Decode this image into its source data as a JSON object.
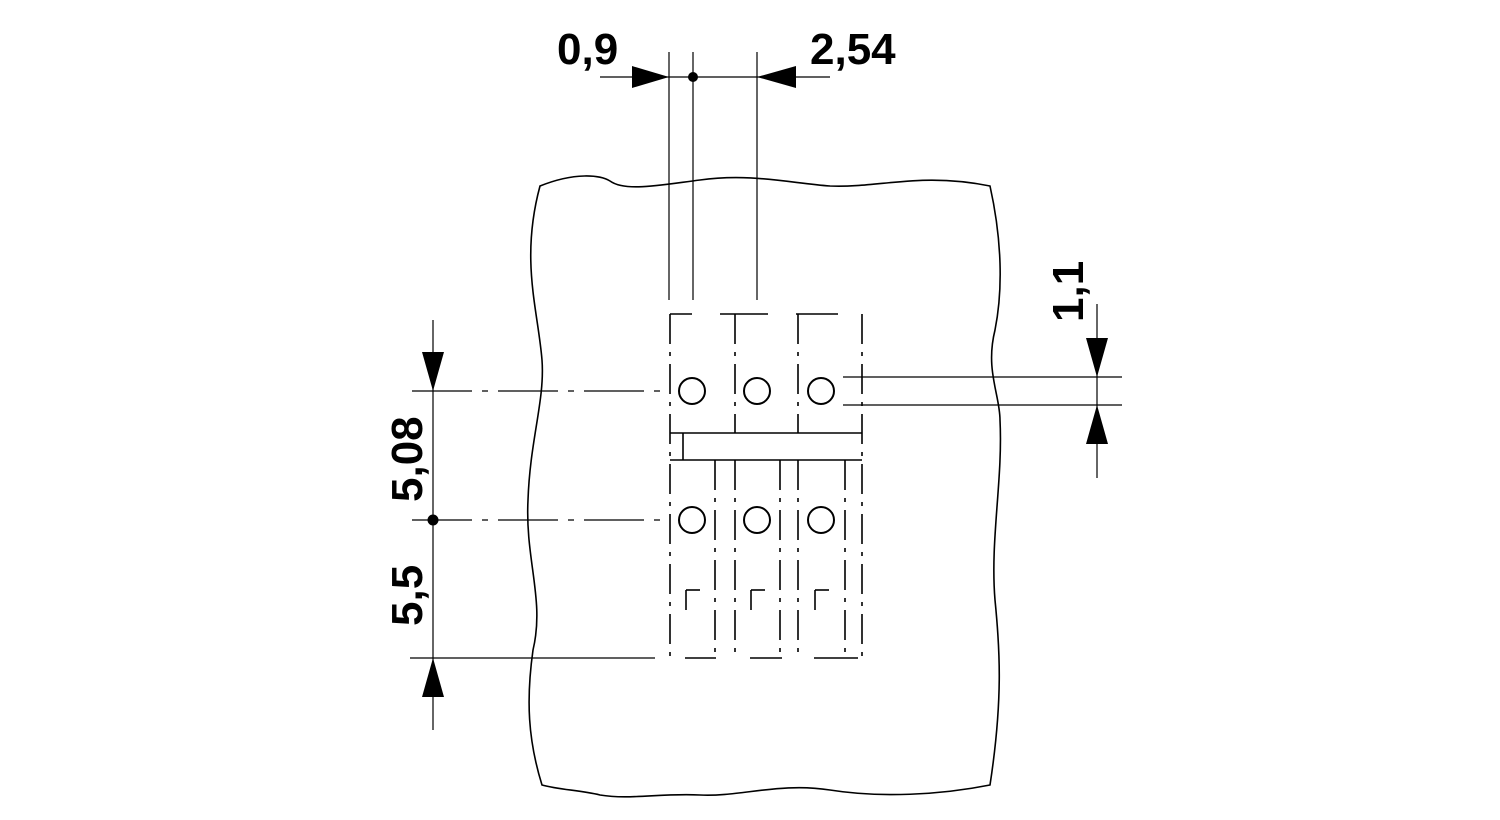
{
  "dimensions": {
    "pin_diameter": "0,9",
    "pitch": "2,54",
    "row_spacing": "5,08",
    "edge_offset": "5,5",
    "hole_spacing": "1,1"
  },
  "holes": {
    "rows": 2,
    "columns": 3
  }
}
